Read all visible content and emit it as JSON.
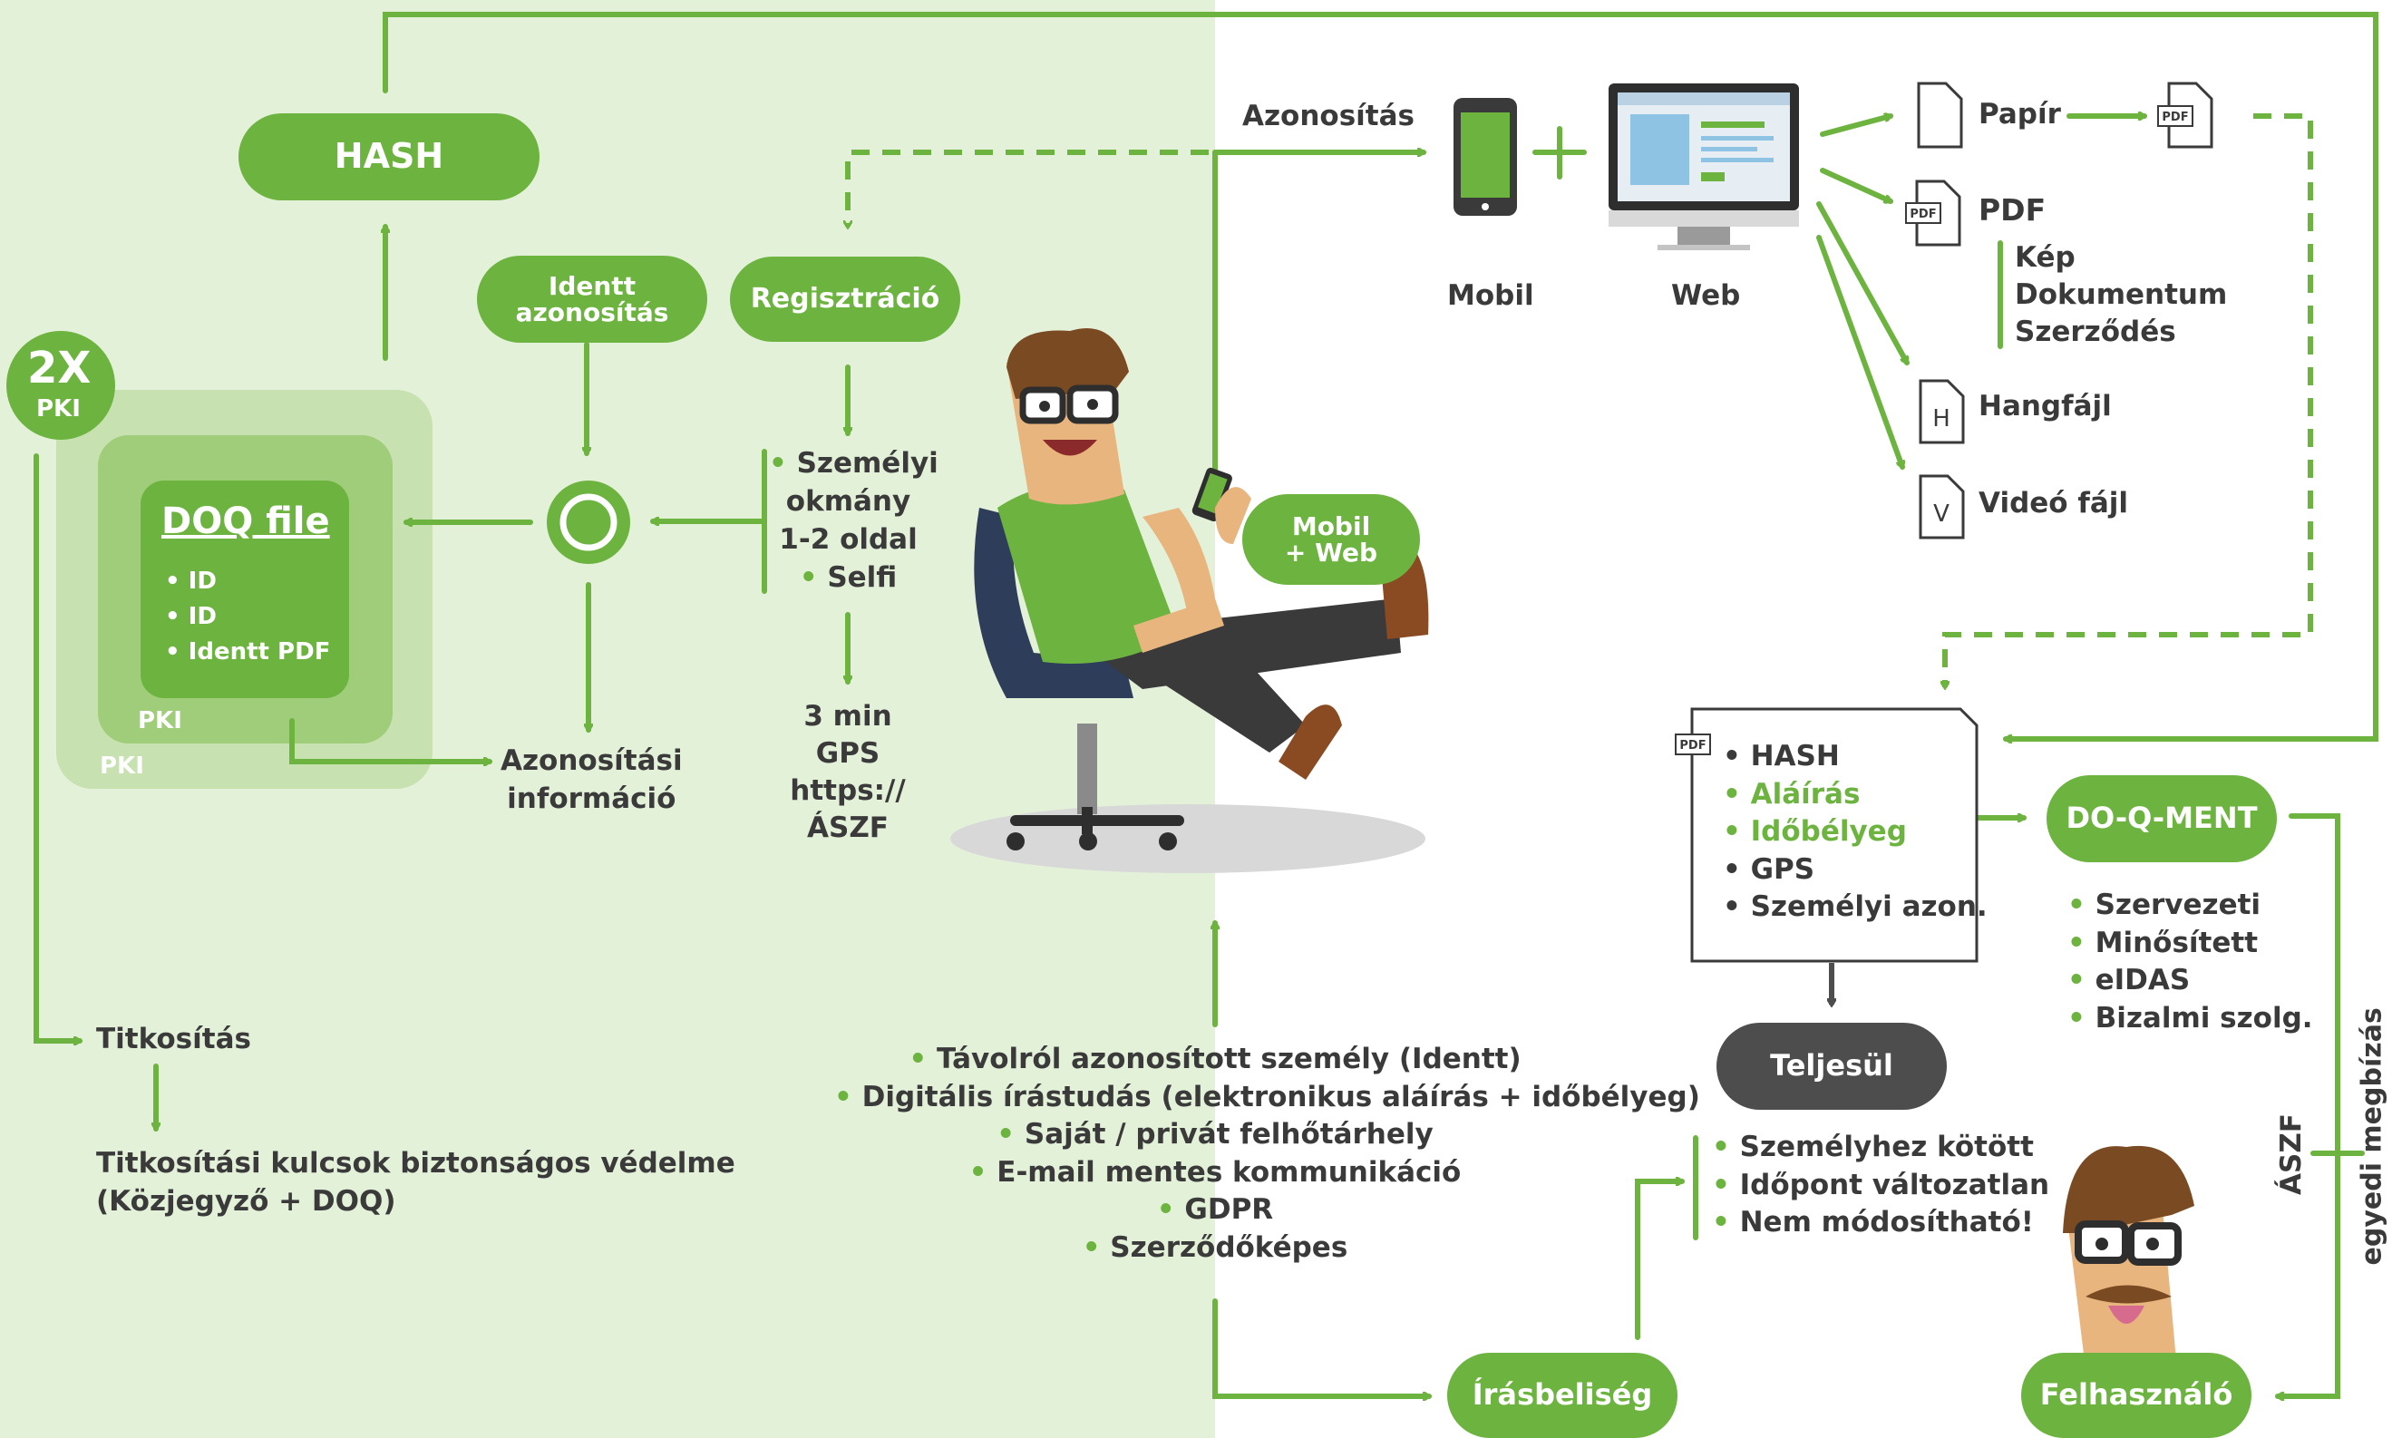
{
  "top": {
    "hash": "HASH",
    "identt_auth": "Identt azonosítás",
    "registration": "Regisztráció",
    "pki_2x": "2X",
    "pki_2x_sub": "PKI",
    "doq_title": "DOQ file",
    "doq_items": [
      "ID",
      "ID",
      "Identt PDF"
    ],
    "pki_inner": "PKI",
    "pki_outer": "PKI",
    "id_info": [
      "Azonosítási",
      "információ"
    ],
    "reg_steps": [
      "Személyi",
      "okmány",
      "1-2 oldal",
      "Selfi"
    ],
    "reg_extra": [
      "3 min",
      "GPS",
      "https://",
      "ÁSZF"
    ]
  },
  "encryption": {
    "title": "Titkosítás",
    "desc_lines": [
      "Titkosítási kulcsok biztonságos védelme",
      "(Közjegyző + DOQ)"
    ]
  },
  "auth": {
    "label": "Azonosítás",
    "mobil": "Mobil",
    "web": "Web",
    "mobil_web": [
      "Mobil",
      "+ Web"
    ]
  },
  "docs": {
    "papir": "Papír",
    "pdf": "PDF",
    "pdf_types": [
      "Kép",
      "Dokumentum",
      "Szerződés"
    ],
    "hangfajl": "Hangfájl",
    "video": "Videó fájl",
    "pdf_badge": "PDF",
    "h_badge": "H",
    "v_badge": "V"
  },
  "doc_box": {
    "items": [
      {
        "text": "HASH",
        "color": "#3a3a3a"
      },
      {
        "text": "Aláírás",
        "color": "#6db33f"
      },
      {
        "text": "Időbélyeg",
        "color": "#6db33f"
      },
      {
        "text": "GPS",
        "color": "#3a3a3a"
      },
      {
        "text": "Személyi azon.",
        "color": "#3a3a3a"
      }
    ]
  },
  "doqment": {
    "title": "DO-Q-MENT",
    "items": [
      "Szervezeti",
      "Minősített",
      "eIDAS",
      "Bizalmi szolg."
    ]
  },
  "features": [
    "Távolról azonosított személy (Identt)",
    "Digitális írástudás (elektronikus aláírás + időbélyeg)",
    "Saját / privát felhőtárhely",
    "E-mail mentes kommunikáció",
    "GDPR",
    "Szerződőképes"
  ],
  "result": {
    "teljesul": "Teljesül",
    "props": [
      "Személyhez kötött",
      "Időpont változatlan",
      "Nem módosítható!"
    ],
    "irasbeliseg": "Írásbeliség",
    "felhasznalo": "Felhasználó",
    "aszf": "ÁSZF",
    "mandate": "egyedi megbízás"
  },
  "colors": {
    "green": "#6db33f",
    "light_green_bg": "#e4f1d9",
    "dark_pill": "#4d4d4d",
    "text": "#3a3a3a"
  }
}
